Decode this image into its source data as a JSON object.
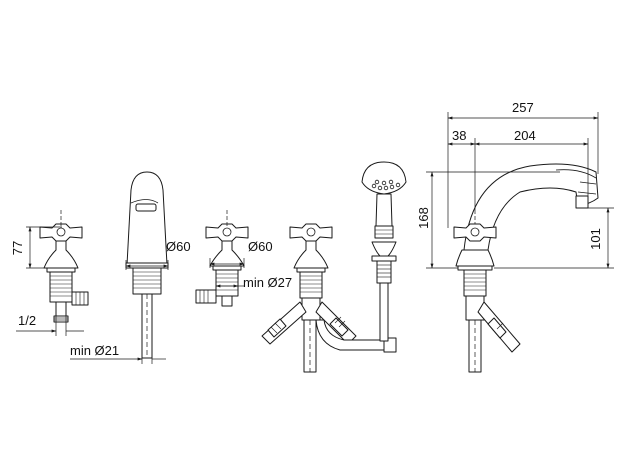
{
  "dimensions": {
    "d77": "77",
    "d1_2": "1/2",
    "min_d21": "min Ø21",
    "d60_spout": "Ø60",
    "d60_valve": "Ø60",
    "min_d27": "min Ø27",
    "d168": "168",
    "d257": "257",
    "d38": "38",
    "d204": "204",
    "d101": "101"
  }
}
